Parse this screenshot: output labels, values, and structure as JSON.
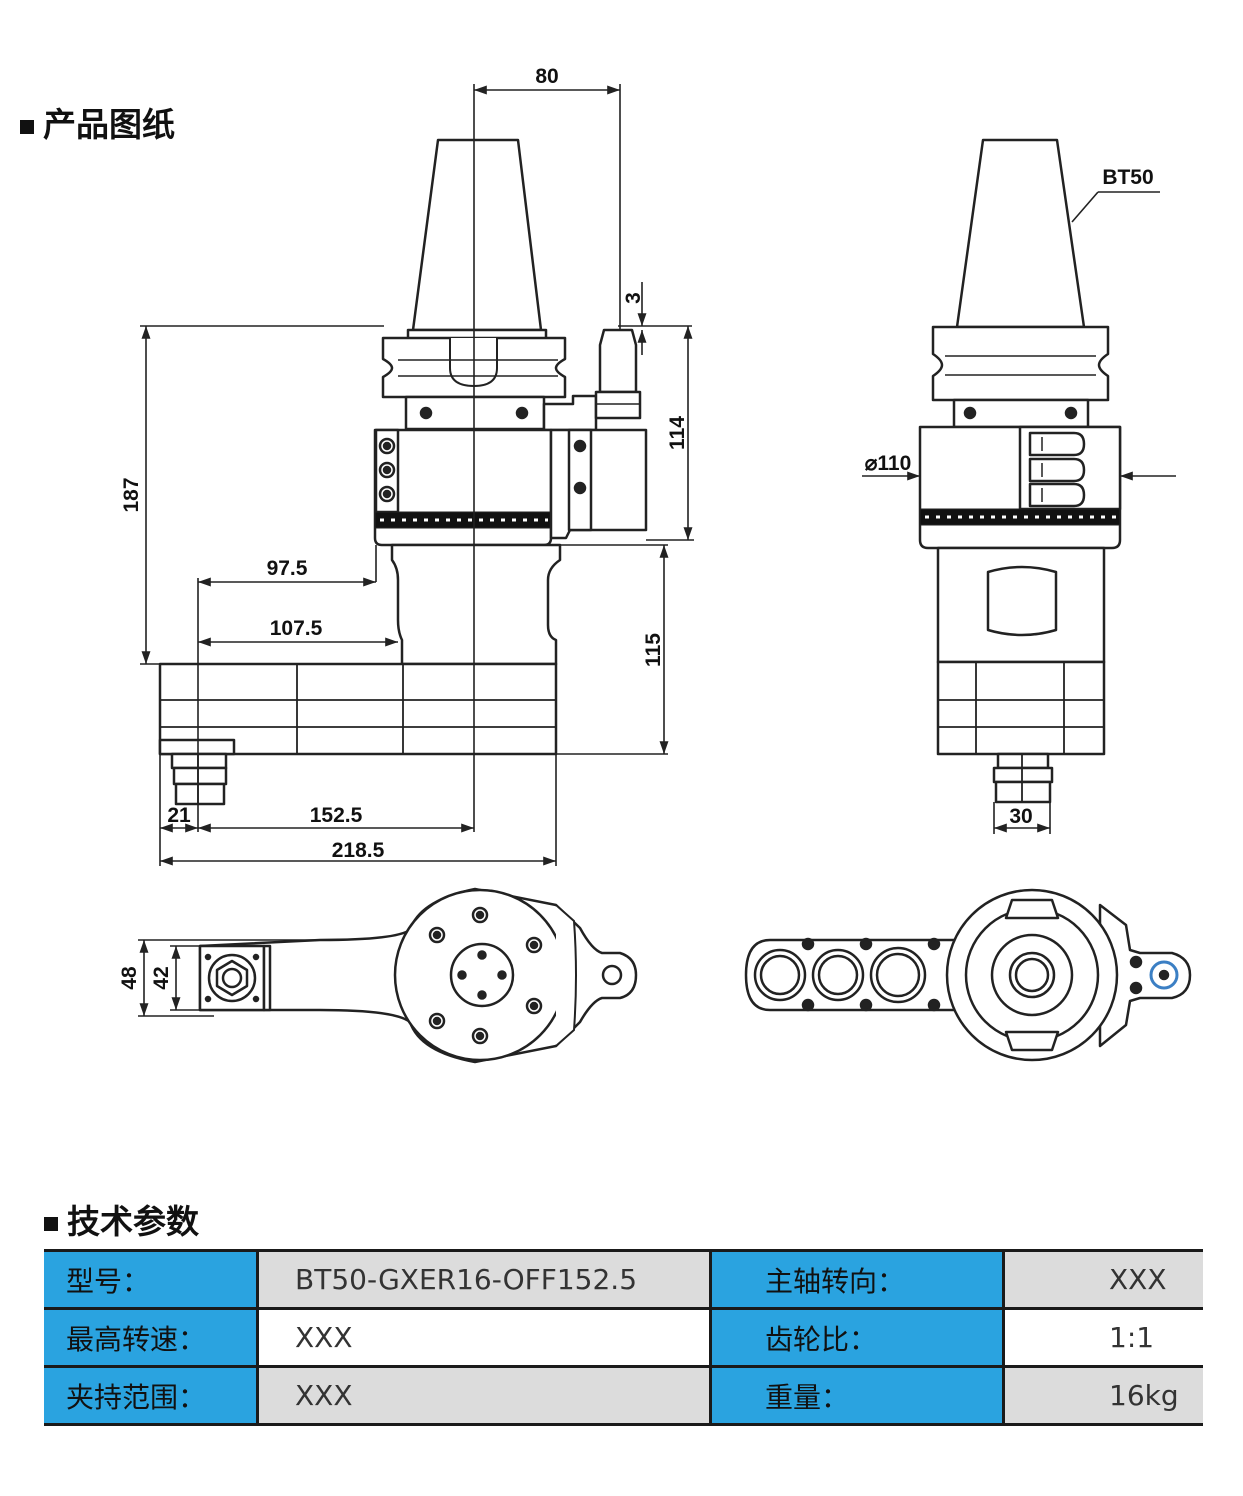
{
  "sections": {
    "drawing_title": "产品图纸",
    "specs_title": "技术参数"
  },
  "dimensions": {
    "d80": "80",
    "d3": "3",
    "d114": "114",
    "d187": "187",
    "d97_5": "97.5",
    "d107_5": "107.5",
    "d115": "115",
    "d21": "21",
    "d152_5": "152.5",
    "d218_5": "218.5",
    "d48": "48",
    "d42": "42",
    "bt50": "BT50",
    "dia110": "⌀110",
    "d30": "30"
  },
  "specs": [
    {
      "label": "型号：",
      "value": "BT50-GXER16-OFF152.5",
      "label2": "主轴转向：",
      "value2": "XXX"
    },
    {
      "label": "最高转速：",
      "value": "XXX",
      "label2": "齿轮比：",
      "value2": "1:1"
    },
    {
      "label": "夹持范围：",
      "value": "XXX",
      "label2": "重量：",
      "value2": "16kg"
    }
  ],
  "colors": {
    "label_bg": "#2aa3e0",
    "value_bg_alt": "#dcdcdc",
    "line": "#1a1a1a"
  }
}
